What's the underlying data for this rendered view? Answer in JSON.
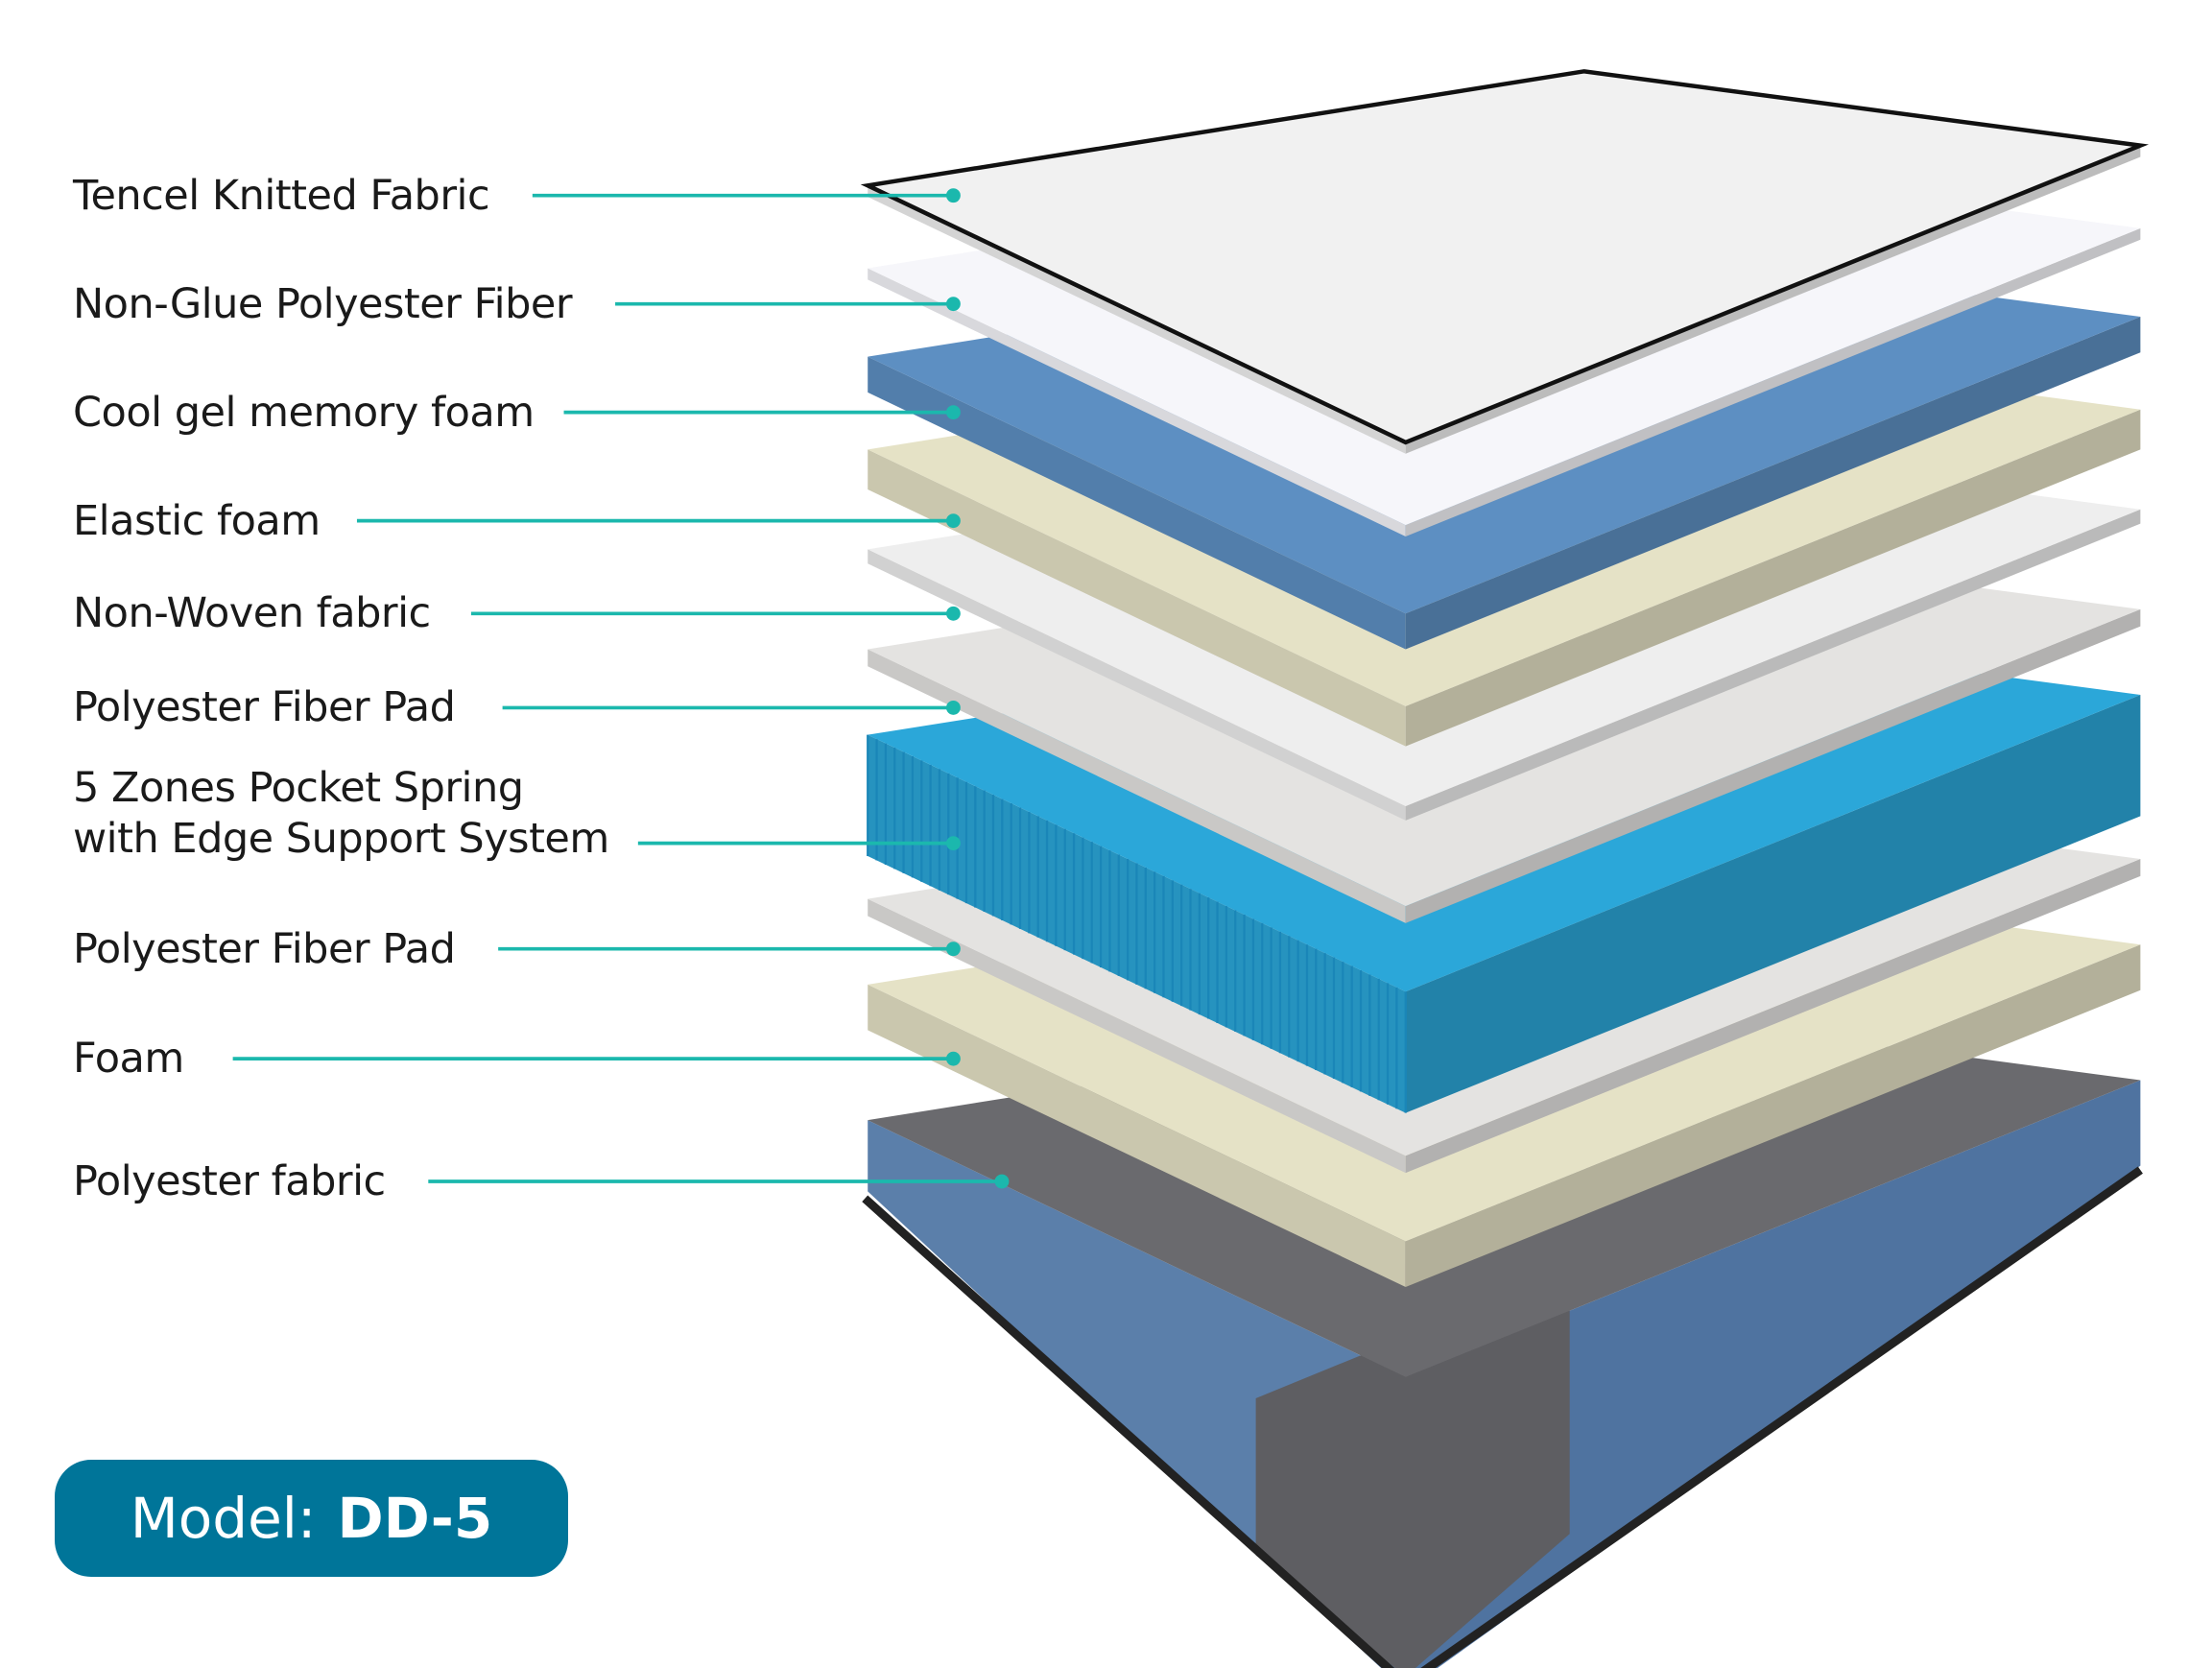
{
  "layers": [
    {
      "label": "Tencel Knitted Fabric",
      "color": "#f1f1f1"
    },
    {
      "label": "Non-Glue Polyester Fiber",
      "color": "#f6f6fa"
    },
    {
      "label": "Cool gel memory foam",
      "color": "#5d8fc2"
    },
    {
      "label": "Elastic foam",
      "color": "#e5e2c6"
    },
    {
      "label": "Non-Woven fabric",
      "color": "#eeeeee"
    },
    {
      "label": "Polyester Fiber Pad",
      "color": "#e4e3e1"
    },
    {
      "label_line1": "5 Zones Pocket Spring",
      "label_line2": "with Edge Support System",
      "color": "#2ba7d9"
    },
    {
      "label": "Polyester Fiber Pad",
      "color": "#e4e3e1"
    },
    {
      "label": "Foam",
      "color": "#e5e2c6"
    },
    {
      "label": "Polyester fabric",
      "color": "#5478a6"
    }
  ],
  "leader_color": "#1bb8ad",
  "model": {
    "prefix": "Model:",
    "value": "DD-5",
    "badge_color": "#007599"
  }
}
